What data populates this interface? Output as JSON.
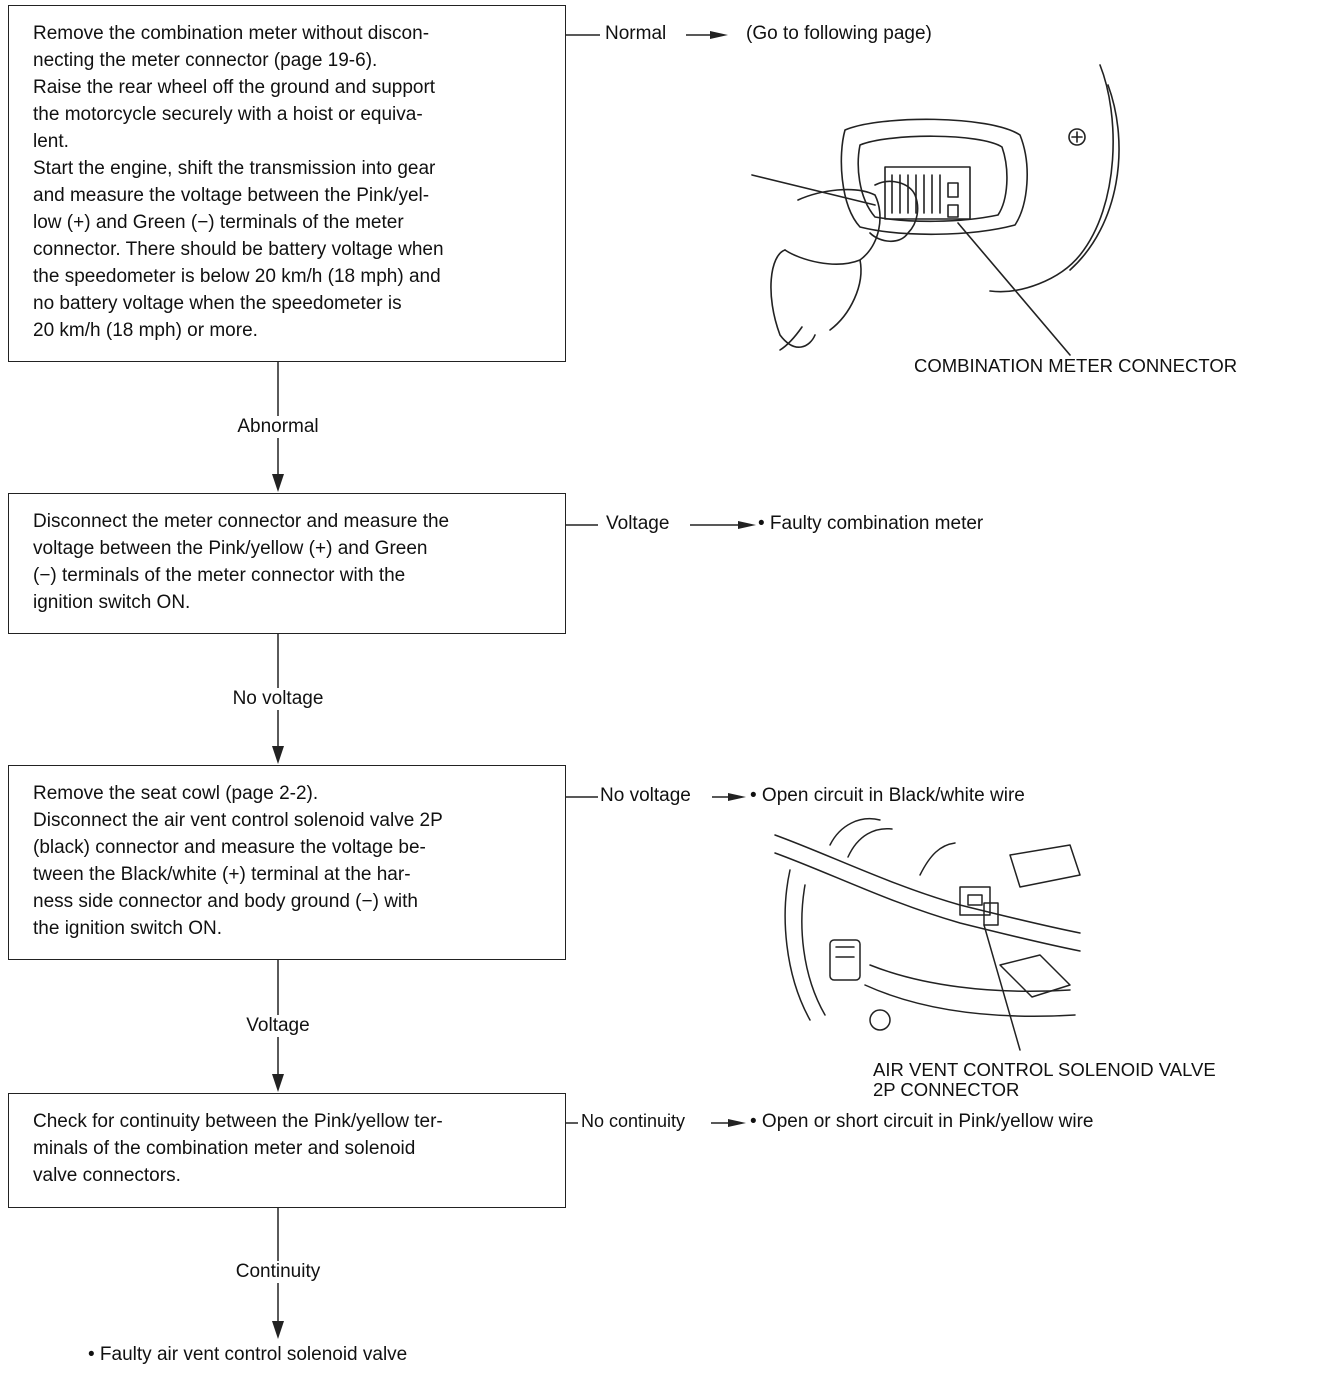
{
  "steps": [
    {
      "id": "step1",
      "lines": [
        "Remove the combination meter without discon-",
        "necting the meter connector (page 19-6).",
        "Raise the rear wheel off the ground and support",
        "the motorcycle securely with a hoist or equiva-",
        "lent.",
        "Start the engine, shift the transmission into gear",
        "and measure the voltage between the Pink/yel-",
        "low (+) and Green (−) terminals of the meter",
        "connector. There should be battery voltage when",
        "the speedometer is below 20 km/h (18 mph) and",
        "no battery voltage when the speedometer is",
        "20 km/h (18 mph) or more."
      ]
    },
    {
      "id": "step2",
      "lines": [
        "Disconnect the meter connector and measure the",
        "voltage between the Pink/yellow (+) and Green",
        "(−) terminals of the meter connector with the",
        "ignition switch ON."
      ]
    },
    {
      "id": "step3",
      "lines": [
        "Remove the seat cowl (page 2-2).",
        "Disconnect the air vent control solenoid valve 2P",
        "(black) connector and measure the voltage be-",
        "tween the Black/white (+) terminal at the har-",
        "ness side connector and body ground (−) with",
        "the ignition switch ON."
      ]
    },
    {
      "id": "step4",
      "lines": [
        "Check for continuity between the Pink/yellow ter-",
        "minals of the combination meter and solenoid",
        "valve connectors."
      ]
    }
  ],
  "branches": {
    "b1": {
      "condition": "Normal",
      "result": "(Go to following page)"
    },
    "b2": {
      "condition": "Voltage",
      "result": "• Faulty combination meter"
    },
    "b3": {
      "condition": "No voltage",
      "result": "• Open circuit in Black/white wire"
    },
    "b4": {
      "condition": "No continuity",
      "result": "• Open or short circuit in Pink/yellow wire"
    }
  },
  "flow_labels": {
    "f1": "Abnormal",
    "f2": "No voltage",
    "f3": "Voltage",
    "f4": "Continuity"
  },
  "final_result": "• Faulty air vent control solenoid valve",
  "illustrations": {
    "meter_caption": "COMBINATION METER CONNECTOR",
    "solenoid_caption_line1": "AIR VENT CONTROL SOLENOID VALVE",
    "solenoid_caption_line2": "2P CONNECTOR"
  }
}
